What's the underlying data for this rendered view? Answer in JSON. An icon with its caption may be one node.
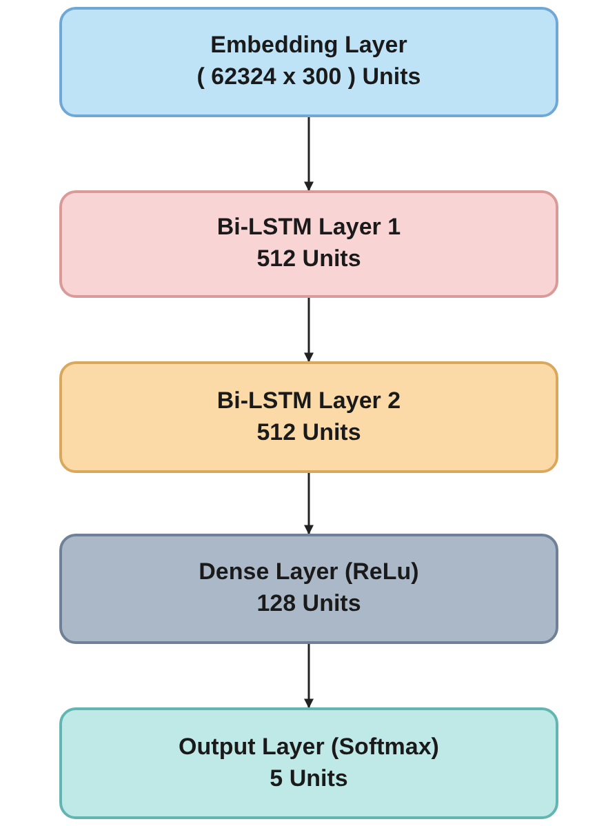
{
  "diagram": {
    "nodes": [
      {
        "text": [
          "Embedding Layer",
          "( 62324 x 300 ) Units"
        ]
      },
      {
        "text": [
          "Bi-LSTM Layer 1",
          "512 Units"
        ]
      },
      {
        "text": [
          "Bi-LSTM Layer 2",
          "512 Units"
        ]
      },
      {
        "text": [
          "Dense Layer (ReLu)",
          "128 Units"
        ]
      },
      {
        "text": [
          "Output Layer (Softmax)",
          "5 Units"
        ]
      }
    ],
    "edges": [
      {
        "from": 0,
        "to": 1,
        "arrow": "to"
      },
      {
        "from": 1,
        "to": 2,
        "arrow": "to"
      },
      {
        "from": 2,
        "to": 3,
        "arrow": "to"
      },
      {
        "from": 3,
        "to": 4,
        "arrow": "to"
      }
    ]
  }
}
